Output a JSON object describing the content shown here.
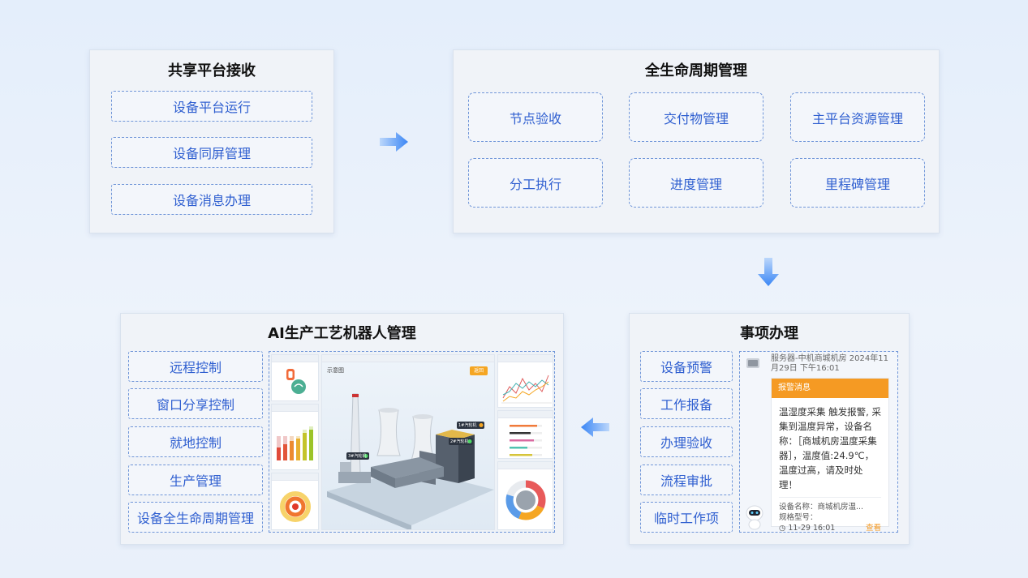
{
  "shared_platform": {
    "title": "共享平台接收",
    "items": [
      "设备平台运行",
      "设备同屏管理",
      "设备消息办理"
    ]
  },
  "lifecycle": {
    "title": "全生命周期管理",
    "items": [
      "节点验收",
      "交付物管理",
      "主平台资源管理",
      "分工执行",
      "进度管理",
      "里程碑管理"
    ]
  },
  "ai_robot": {
    "title": "AI生产工艺机器人管理",
    "items": [
      "远程控制",
      "窗口分享控制",
      "就地控制",
      "生产管理",
      "设备全生命周期管理"
    ],
    "mini_labels": {
      "button": "返回",
      "tag1": "1#汽轮机",
      "tag2": "2#汽轮机",
      "tag3": "3#汽轮机",
      "logo": "示意图"
    }
  },
  "matters": {
    "title": "事项办理",
    "items": [
      "设备预警",
      "工作报备",
      "办理验收",
      "流程审批",
      "临时工作项"
    ],
    "notification": {
      "source": "服务器-中机商城机房",
      "time": "2024年11月29日 下午16:01",
      "bar": "报警消息",
      "message": "温湿度采集 触发报警, 采集到温度异常，设备名称：［商城机房温度采集器］，温度值:24.9℃，温度过高，请及时处理！",
      "device": "设备名称：商城机房温...",
      "model": "规格型号：",
      "clock": "11-29 16:01",
      "view": "查看"
    }
  },
  "colors": {
    "accent": "#2f5fd0",
    "arrow": "#3a86f5",
    "alert": "#f59a23"
  }
}
